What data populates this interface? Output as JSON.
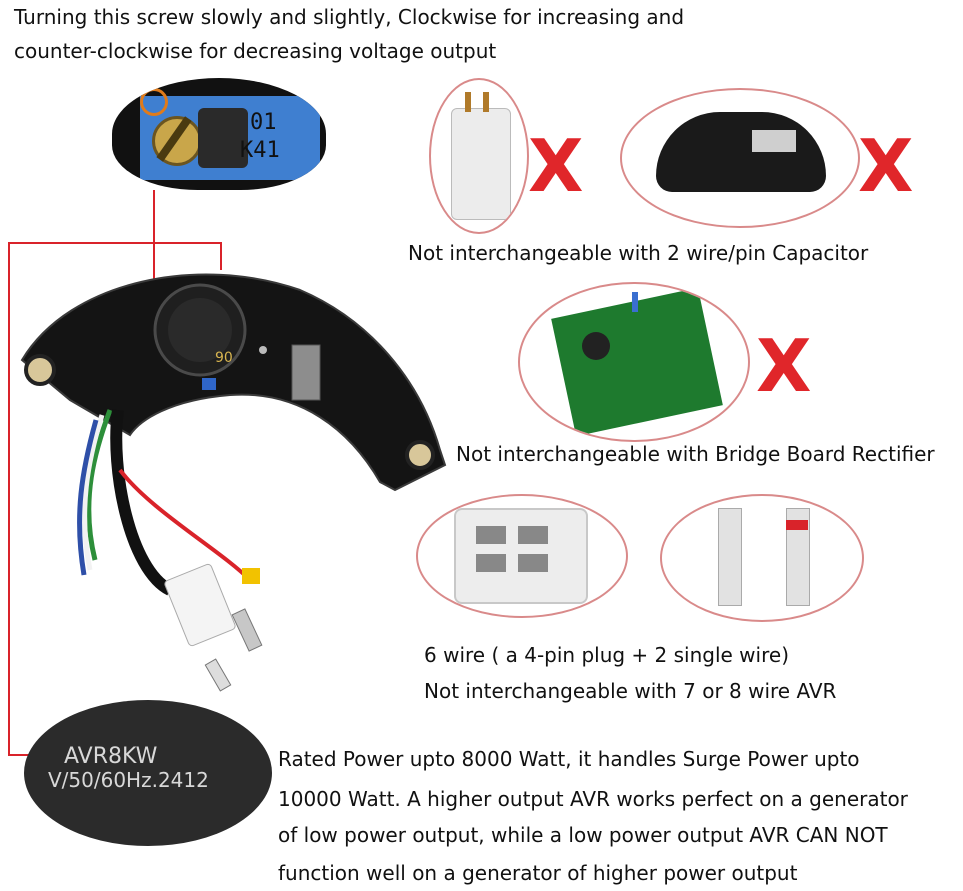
{
  "top_note": {
    "line1": "Turning this screw slowly and slightly, Clockwise for increasing and",
    "line2": "counter-clockwise for decreasing voltage output"
  },
  "closeup_screw": {
    "code1": "01",
    "code2": "K41"
  },
  "capacitor_row": {
    "x_mark": "X",
    "caption": "Not interchangeable with 2 wire/pin Capacitor"
  },
  "bridge_row": {
    "x_mark": "X",
    "caption": "Not interchangeable with Bridge Board Rectifier"
  },
  "wire_row": {
    "line1": "6 wire ( a 4-pin plug + 2 single wire)",
    "line2": "Not interchangeable with 7 or 8 wire AVR"
  },
  "label_closeup": {
    "line1": "AVR8KW",
    "line2": "V/50/60Hz.2412"
  },
  "rating_text": {
    "line1": "Rated Power upto 8000 Watt, it handles Surge Power upto",
    "line2": "10000 Watt. A higher output AVR works perfect on a generator",
    "line3": "of low power output, while a low power output AVR CAN NOT",
    "line4": "function well on a generator of higher power output"
  },
  "colors": {
    "accent_red": "#e0262a",
    "line_red": "#d9232a",
    "ellipse_border": "#d98a8a"
  }
}
